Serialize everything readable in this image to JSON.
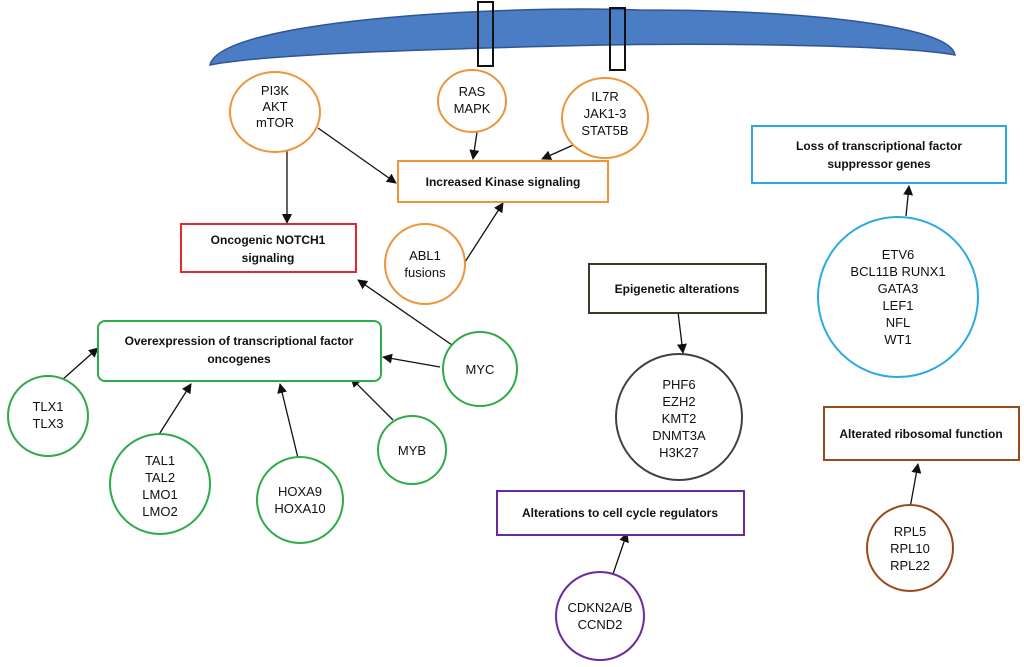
{
  "colors": {
    "membrane_fill": "#4a7dc4",
    "membrane_stroke": "#2f5597",
    "orange": "#f0943c",
    "red": "#e8262b",
    "green": "#2eaa48",
    "blue": "#2baae1",
    "dark": "#3a3a2a",
    "purple": "#6a2a9e",
    "brown": "#9a4a1a",
    "gray": "#404040",
    "arrow": "#111111"
  },
  "nodes": {
    "pi3k": [
      "PI3K",
      "AKT",
      "mTOR"
    ],
    "ras": [
      "RAS",
      "MAPK"
    ],
    "il7r": [
      "IL7R",
      "JAK1-3",
      "STAT5B"
    ],
    "abl1": [
      "ABL1",
      "fusions"
    ],
    "myc": [
      "MYC"
    ],
    "myb": [
      "MYB"
    ],
    "tlx": [
      "TLX1",
      "TLX3"
    ],
    "tal": [
      "TAL1",
      "TAL2",
      "LMO1",
      "LMO2"
    ],
    "hoxa": [
      "HOXA9",
      "HOXA10"
    ],
    "epigenetic_genes": [
      "PHF6",
      "EZH2",
      "KMT2",
      "DNMT3A",
      "H3K27"
    ],
    "cdkn": [
      "CDKN2A/B",
      "CCND2"
    ],
    "suppressor_genes": [
      "ETV6",
      "BCL11B RUNX1",
      "GATA3",
      "LEF1",
      "NFL",
      "WT1"
    ],
    "ribosomal_genes": [
      "RPL5",
      "RPL10",
      "RPL22"
    ]
  },
  "boxes": {
    "kinase": [
      "Increased Kinase signaling"
    ],
    "notch": [
      "Oncogenic NOTCH1",
      "signaling"
    ],
    "overexpression": [
      "Overexpression of transcriptional factor",
      "oncogenes"
    ],
    "epigenetic": [
      "Epigenetic alterations"
    ],
    "cell_cycle": [
      "Alterations to cell cycle regulators"
    ],
    "suppressor": [
      "Loss of transcriptional factor",
      "suppressor genes"
    ],
    "ribosomal": [
      "Alterated ribosomal function"
    ]
  }
}
